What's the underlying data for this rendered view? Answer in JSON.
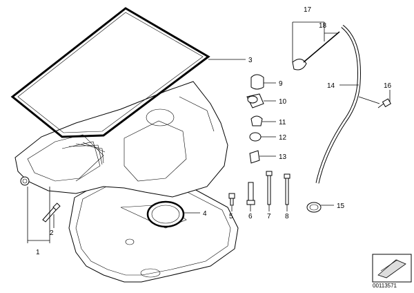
{
  "callouts": {
    "c1": "1",
    "c2": "2",
    "c3": "3",
    "c4": "4",
    "c5": "5",
    "c6": "6",
    "c7": "7",
    "c8": "8",
    "c9": "9",
    "c10": "10",
    "c11": "11",
    "c12": "12",
    "c13": "13",
    "c14": "14",
    "c15": "15",
    "c16": "16",
    "c17": "17",
    "c18": "18"
  },
  "document_id": "00113571",
  "colors": {
    "line": "#000000",
    "background": "#ffffff",
    "shading": "#dddddd"
  }
}
